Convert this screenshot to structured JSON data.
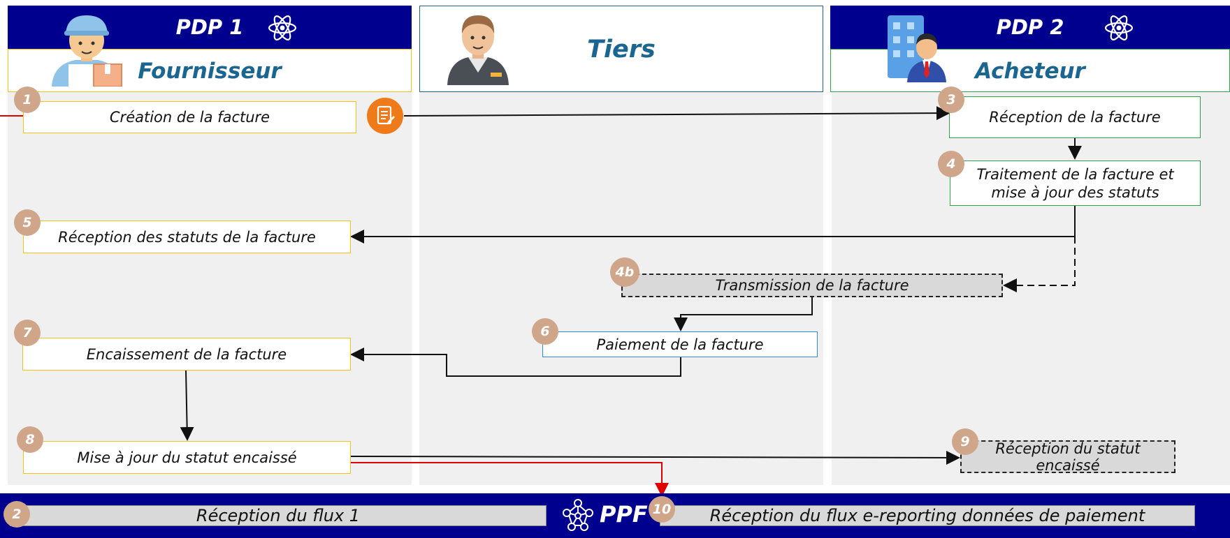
{
  "lanes": {
    "pdp1": {
      "top_label": "PDP 1",
      "sub_label": "Fournisseur"
    },
    "tiers": {
      "label": "Tiers"
    },
    "pdp2": {
      "top_label": "PDP 2",
      "sub_label": "Acheteur"
    }
  },
  "steps": [
    {
      "id": "1",
      "badge": "1",
      "label": "Création de la facture"
    },
    {
      "id": "3",
      "badge": "3",
      "label": "Réception de la facture"
    },
    {
      "id": "4",
      "badge": "4",
      "label": "Traitement de la facture et mise à jour des statuts"
    },
    {
      "id": "5",
      "badge": "5",
      "label": "Réception des statuts de la facture"
    },
    {
      "id": "4b",
      "badge": "4b",
      "label": "Transmission de la facture"
    },
    {
      "id": "6",
      "badge": "6",
      "label": "Paiement de la facture"
    },
    {
      "id": "7",
      "badge": "7",
      "label": "Encaissement de la facture"
    },
    {
      "id": "8",
      "badge": "8",
      "label": "Mise à jour du statut encaissé"
    },
    {
      "id": "9",
      "badge": "9",
      "label": "Réception du statut encaissé"
    }
  ],
  "ppf": {
    "label": "PPF",
    "flux1": {
      "badge": "2",
      "label": "Réception du flux 1"
    },
    "ereporting": {
      "badge": "10",
      "label": "Réception du flux e-reporting données de paiement"
    }
  },
  "colors": {
    "header_navy": "#00008f",
    "lane_bg": "#f0f0f0",
    "badge": "#cfa68a",
    "supplier_border": "#f2c21a",
    "buyer_border": "#2fa34a",
    "tiers_border": "#2a8de0",
    "title_blue": "#1a6690",
    "invoice_icon": "#ef7a1a",
    "ppf_arrow": "#e00000"
  },
  "icons": [
    "atom-icon",
    "supplier-avatar-icon",
    "tiers-avatar-icon",
    "buyer-building-icon",
    "invoice-document-icon",
    "network-icon"
  ]
}
